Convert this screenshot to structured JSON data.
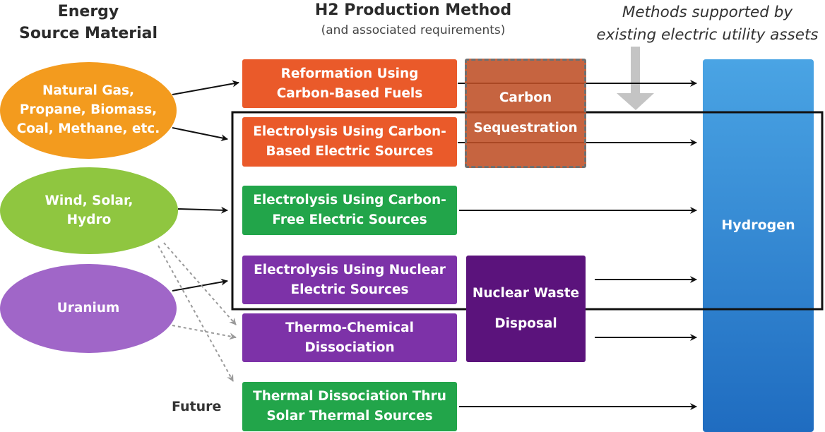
{
  "headers": {
    "energy_source": "Energy\nSource Material",
    "h2_method": "H2 Production Method",
    "h2_method_sub": "(and associated requirements)",
    "utility_note": "Methods supported by\nexisting electric utility assets"
  },
  "sources": [
    {
      "id": "fossil",
      "label": "Natural Gas,\nPropane, Biomass,\nCoal, Methane, etc.",
      "color": "#f39b1e"
    },
    {
      "id": "renewable",
      "label": "Wind, Solar,\nHydro",
      "color": "#8fc640"
    },
    {
      "id": "nuclear",
      "label": "Uranium",
      "color": "#a066c8"
    }
  ],
  "methods": [
    {
      "id": "reformation",
      "label": "Reformation Using\nCarbon-Based Fuels",
      "color": "#ea5a2a"
    },
    {
      "id": "electrolysis-carbon",
      "label": "Electrolysis Using Carbon-\nBased Electric Sources",
      "color": "#ea5a2a"
    },
    {
      "id": "electrolysis-carbon-free",
      "label": "Electrolysis Using Carbon-\nFree Electric Sources",
      "color": "#22a54a"
    },
    {
      "id": "electrolysis-nuclear",
      "label": "Electrolysis Using Nuclear\nElectric Sources",
      "color": "#7d32a8"
    },
    {
      "id": "thermo-chemical",
      "label": "Thermo-Chemical\nDissociation",
      "color": "#7d32a8"
    },
    {
      "id": "thermal-solar",
      "label": "Thermal Dissociation Thru\nSolar Thermal Sources",
      "color": "#22a54a"
    }
  ],
  "requirements": {
    "carbon_sequestration": "Carbon\nSequestration",
    "nuclear_waste": "Nuclear Waste\nDisposal"
  },
  "future_label": "Future",
  "product": "Hydrogen"
}
